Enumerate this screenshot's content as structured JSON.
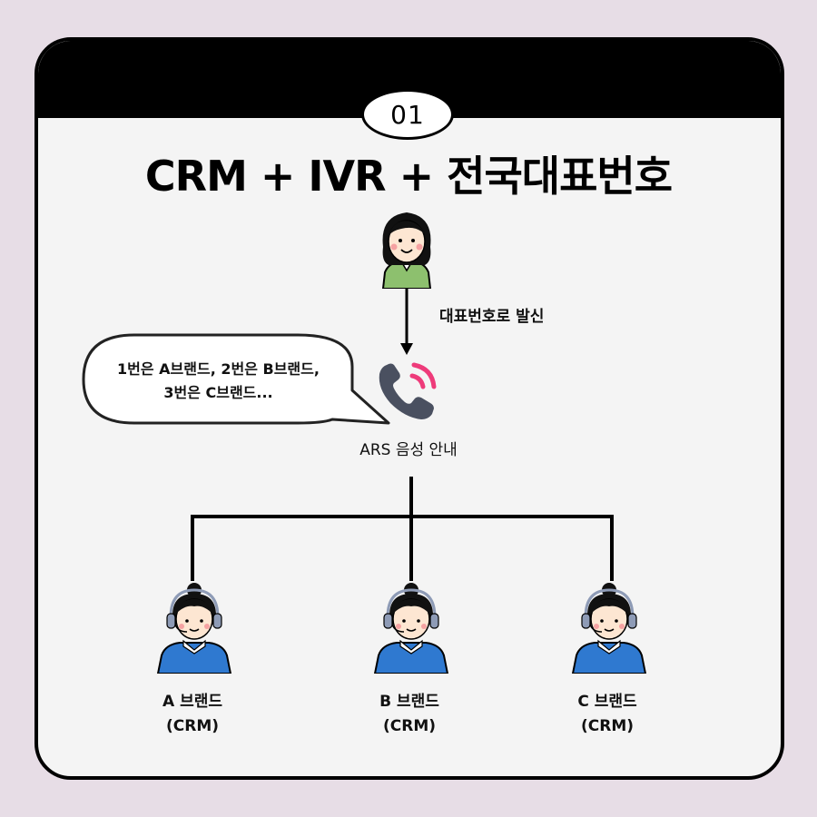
{
  "step_number": "01",
  "title": "CRM + IVR + 전국대표번호",
  "caller": {
    "icon": "woman-caller-icon"
  },
  "dial_label": "대표번호로 발신",
  "speech_bubble": {
    "lines": "1번은 A브랜드, 2번은 B브랜드,\n3번은 C브랜드..."
  },
  "ars": {
    "icon": "phone-ringing-icon",
    "label": "ARS 음성 안내"
  },
  "agents": [
    {
      "name": "A 브랜드",
      "system": "(CRM)",
      "icon": "headset-agent-icon"
    },
    {
      "name": "B 브랜드",
      "system": "(CRM)",
      "icon": "headset-agent-icon"
    },
    {
      "name": "C 브랜드",
      "system": "(CRM)",
      "icon": "headset-agent-icon"
    }
  ],
  "colors": {
    "background": "#e7dde6",
    "card": "#f4f4f4",
    "header": "#000000",
    "caller_shirt": "#8dc06e",
    "agent_shirt": "#2f79d0",
    "phone": "#4a5060",
    "ring_waves": "#ee3b7a",
    "headset": "#8e9bb6"
  }
}
